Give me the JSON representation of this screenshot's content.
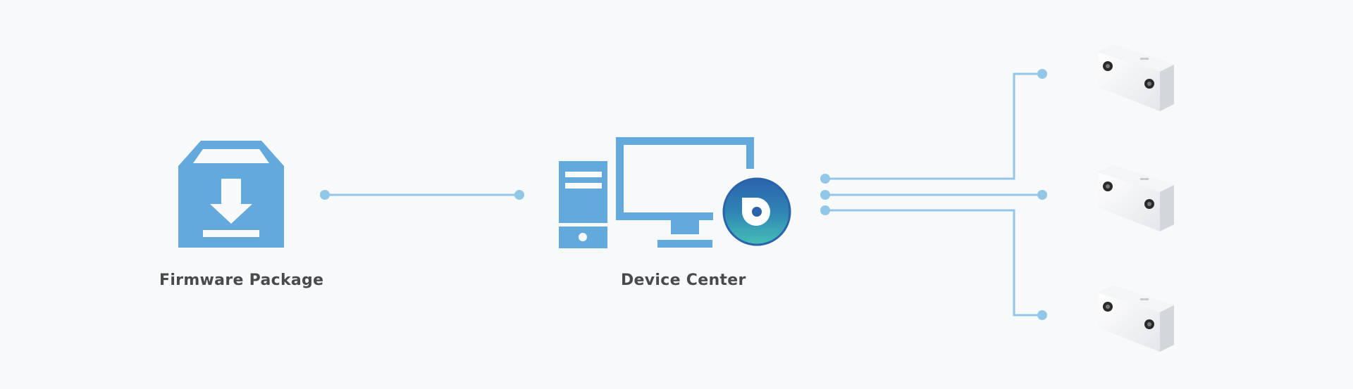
{
  "labels": {
    "firmware_package": "Firmware Package",
    "device_center": "Device Center"
  },
  "icons": {
    "firmware": "package-download-icon",
    "computer": "desktop-computer-icon",
    "app_logo": "device-center-logo-icon",
    "camera": "stereo-camera-icon"
  },
  "colors": {
    "icon_blue": "#64a9dc",
    "connector_line": "#93c7e8",
    "logo_top": "#2b63ab",
    "logo_bottom": "#45bfb7",
    "label_text": "#4a4a4a",
    "background": "#f8f9fb"
  },
  "devices_count_visible": 3
}
